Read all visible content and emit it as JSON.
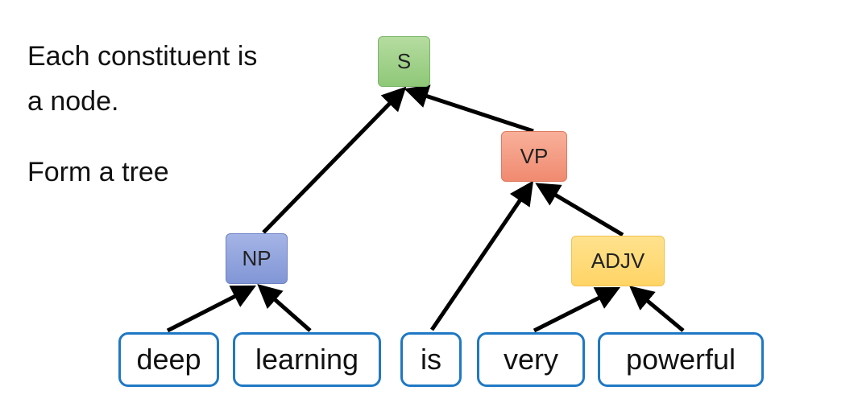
{
  "captions": {
    "line1": "Each constituent is",
    "line2": "a node.",
    "line3": "Form a tree"
  },
  "nodes": {
    "s": "S",
    "vp": "VP",
    "np": "NP",
    "adjv": "ADJV"
  },
  "words": [
    "deep",
    "learning",
    "is",
    "very",
    "powerful"
  ],
  "colors": {
    "s": "#9dd187",
    "vp": "#f59a7e",
    "np": "#8fa2dc",
    "adjv": "#ffd970",
    "word_border": "#1f78c4",
    "edge": "#000000"
  }
}
